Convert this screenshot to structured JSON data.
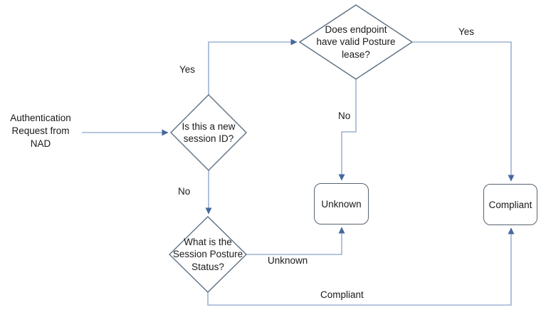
{
  "nodes": {
    "start": {
      "label": "Authentication Request from NAD"
    },
    "new_session": {
      "label": "Is this a new session ID?"
    },
    "posture_lease": {
      "label": "Does endpoint have valid Posture  lease?"
    },
    "session_posture": {
      "label": "What is the Session Posture Status?"
    },
    "unknown": {
      "label": "Unknown"
    },
    "compliant": {
      "label": "Compliant"
    }
  },
  "edge_labels": {
    "new_session_yes": "Yes",
    "new_session_no": "No",
    "posture_lease_yes": "Yes",
    "posture_lease_no": "No",
    "status_unknown": "Unknown",
    "status_compliant": "Compliant"
  },
  "colors": {
    "connector": "#9db3d2",
    "arrowhead": "#44689e",
    "shape-border": "#5f7183",
    "box-border": "#57636f",
    "text": "#1a1a1a",
    "bg": "#ffffff"
  }
}
